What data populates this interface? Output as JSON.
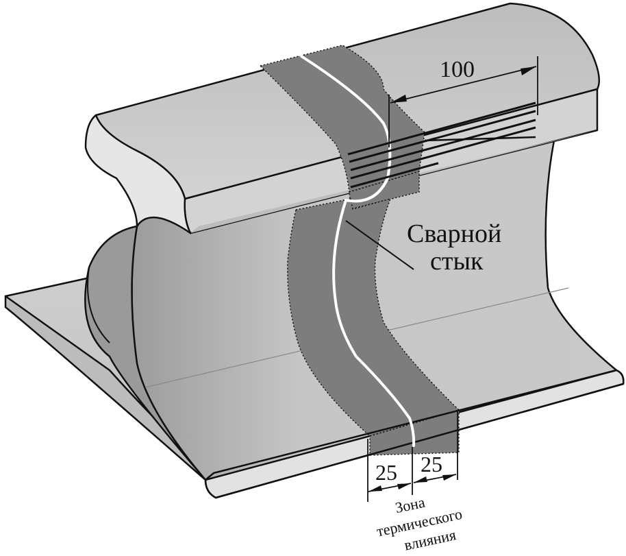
{
  "labels": {
    "dim_top": "100",
    "weld_line1": "Сварной",
    "weld_line2": "стык",
    "dim_left": "25",
    "dim_right": "25",
    "zone_line1": "Зона",
    "zone_line2": "термического",
    "zone_line3": "влияния"
  },
  "colors": {
    "steel_light": "#d6d6d6",
    "steel_mid": "#c4c4c4",
    "steel_dark": "#a8a8a8",
    "zone": "#7d7d7d",
    "weld": "#ffffff",
    "outline": "#111111"
  }
}
